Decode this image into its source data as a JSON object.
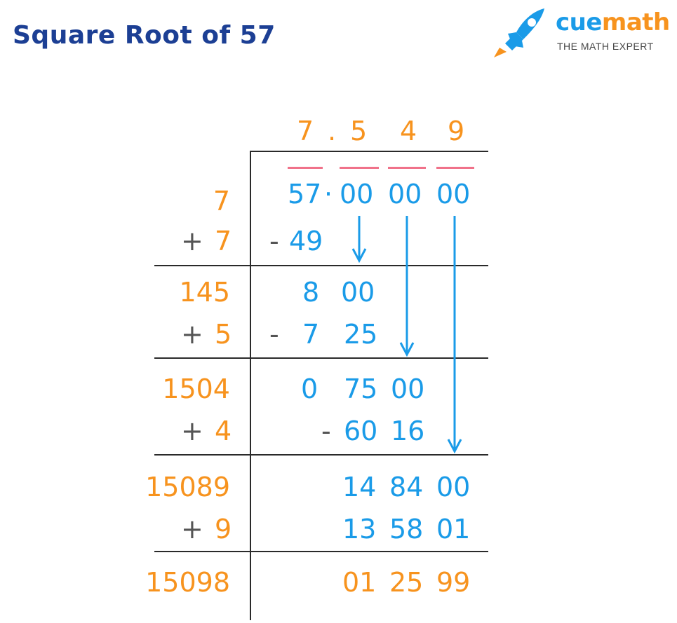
{
  "title": "Square Root of 57",
  "logo": {
    "brand_cue": "cue",
    "brand_math": "math",
    "tagline": "THE MATH EXPERT"
  },
  "quotient": {
    "d1": "7",
    "dot": ".",
    "d2": "5",
    "d3": "4",
    "d4": "9"
  },
  "dividend": {
    "whole": "57",
    "dot": "·",
    "p1": "00",
    "p2": "00",
    "p3": "00"
  },
  "divisors": {
    "r1": "7",
    "r1_plus": "+",
    "r1_add": "7",
    "r2": "145",
    "r2_plus": "+",
    "r2_add": "5",
    "r3": "1504",
    "r3_plus": "+",
    "r3_add": "4",
    "r4": "15089",
    "r4_plus": "+",
    "r4_add": "9",
    "r5": "15098"
  },
  "steps": {
    "s1_minus": "-",
    "s1_sub": "49",
    "s2_a": "8",
    "s2_b": "00",
    "s2_minus": "-",
    "s2_sub_a": "7",
    "s2_sub_b": "25",
    "s3_a": "0",
    "s3_b": "75",
    "s3_c": "00",
    "s3_minus": "-",
    "s3_sub_a": "60",
    "s3_sub_b": "16",
    "s4_a": "14",
    "s4_b": "84",
    "s4_c": "00",
    "s4_sub_a": "13",
    "s4_sub_b": "58",
    "s4_sub_c": "01",
    "rem_a": "01",
    "rem_b": "25",
    "rem_c": "99"
  },
  "colors": {
    "title": "#1c3f94",
    "orange": "#f7931e",
    "blue": "#1a9be8",
    "pink": "#f0728a",
    "gray": "#555555"
  }
}
